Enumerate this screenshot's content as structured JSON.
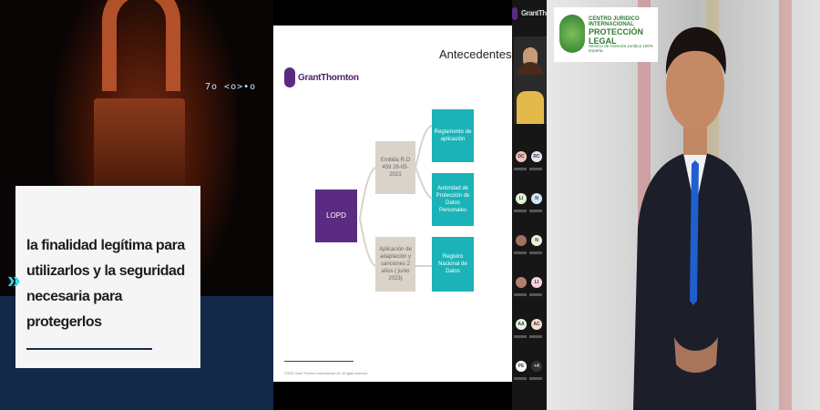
{
  "left_panel": {
    "caption": "la finalidad legítima para utilizarlos y la seguridad necesaria para protegerlos",
    "hex_text": "7o <o>•o"
  },
  "slide": {
    "title": "Antecedentes",
    "logo_text": "GrantThornton",
    "root": "LOPD",
    "mid_top": "Emitida R.O 459 26-05-2021",
    "mid_bottom": "Aplicación de adaptación y sanciones 2 años ( junio 2023)",
    "right_1": "Reglamento de aplicación",
    "right_2": "Autoridad de Protección de Datos Personales",
    "right_3": "Registro Nacional de Datos",
    "footer": "©2022 Grant Thornton International Ltd. All rights reserved.",
    "colors": {
      "purple": "#5b2b82",
      "grey": "#d9d3c9",
      "teal": "#1bb3b8"
    }
  },
  "participants": {
    "header": "GrantThornton",
    "avatars": [
      {
        "initials": "DC",
        "color": "#f2c0b8"
      },
      {
        "initials": "RC",
        "color": "#e9e1f7"
      },
      {
        "initials": "LI",
        "color": "#dff3d8"
      },
      {
        "initials": "N",
        "color": "#cfe7ff"
      },
      {
        "initials": "",
        "color": "#a07060"
      },
      {
        "initials": "N",
        "color": "#e8f5d8"
      },
      {
        "initials": "",
        "color": "#b08070"
      },
      {
        "initials": "LI",
        "color": "#f7d2e4"
      },
      {
        "initials": "AA",
        "color": "#e2f5e2"
      },
      {
        "initials": "AC",
        "color": "#f7dcd0"
      },
      {
        "initials": "PE",
        "color": "#ffffff"
      },
      {
        "initials": "+4",
        "color": "#333333"
      }
    ]
  },
  "speaker": {
    "banner_line1": "CENTRO JURIDICO INTERNACIONAL",
    "banner_line2": "PROTECCIÓN LEGAL",
    "banner_line3": "Servicio de Asesoría Jurídica 100% Experta"
  }
}
